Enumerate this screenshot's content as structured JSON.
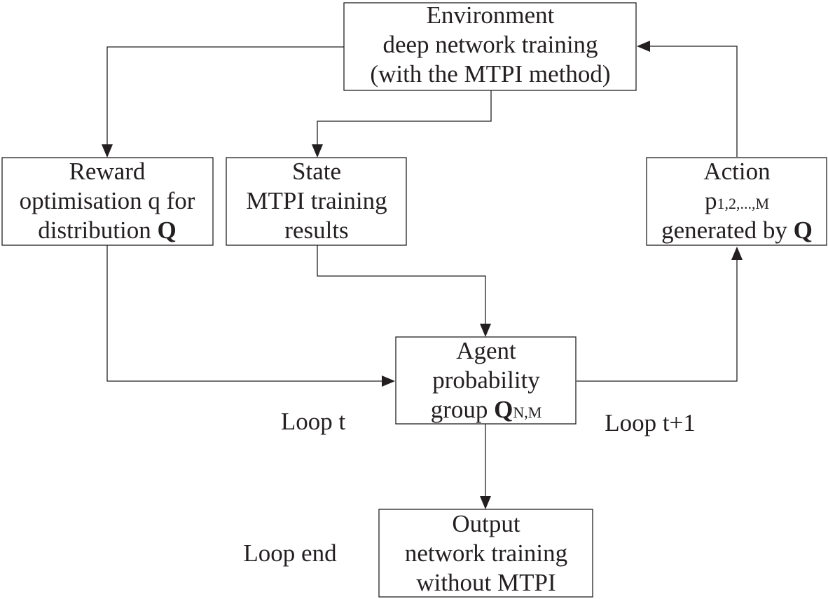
{
  "nodes": {
    "environment": {
      "line1": "Environment",
      "line2": "deep network training",
      "line3": "(with the MTPI method)"
    },
    "reward": {
      "line1": "Reward",
      "line2": "optimisation q for",
      "line3_text": "distribution ",
      "line3_symbol": "Q"
    },
    "state": {
      "line1": "State",
      "line2": "MTPI training",
      "line3": "results"
    },
    "action": {
      "line1": "Action",
      "line2_symbol": "p",
      "line2_sub": "1,2,...,M",
      "line3_text": "generated by ",
      "line3_symbol": "Q"
    },
    "agent": {
      "line1": "Agent",
      "line2": "probability",
      "line3_text": "group ",
      "line3_symbol": "Q",
      "line3_sub": "N,M"
    },
    "output": {
      "line1": "Output",
      "line2": "network training",
      "line3": "without MTPI"
    }
  },
  "labels": {
    "loop_t": "Loop t",
    "loop_t1": "Loop t+1",
    "loop_end": "Loop end"
  }
}
